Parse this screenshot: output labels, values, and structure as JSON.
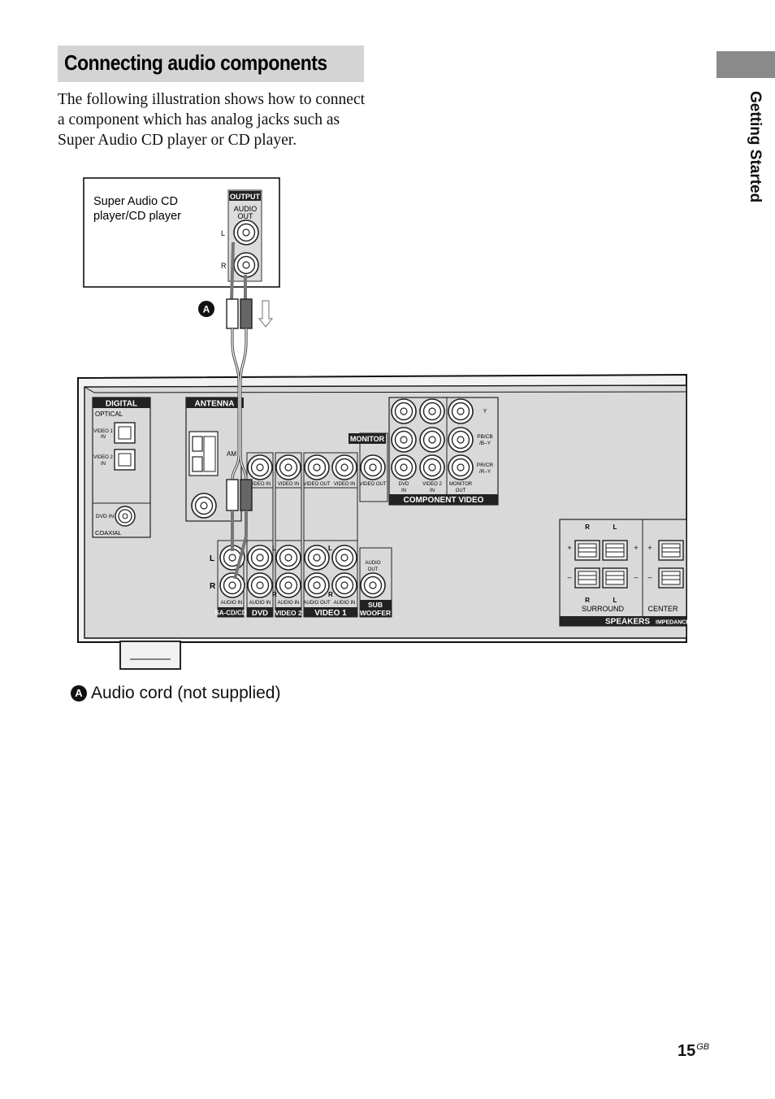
{
  "heading": "Connecting audio components",
  "intro": "The following illustration shows how to connect a component which has analog jacks such as Super Audio CD player or CD player.",
  "side_tab_label": "Getting Started",
  "page_number": "15",
  "page_suffix": "GB",
  "caption": {
    "marker": "A",
    "text": "Audio cord (not supplied)"
  },
  "player": {
    "label_line1": "Super Audio CD",
    "label_line2": "player/CD player",
    "output_label": "OUTPUT",
    "audio_out_line1": "AUDIO",
    "audio_out_line2": "OUT",
    "jack_l": "L",
    "jack_r": "R"
  },
  "cable_marker": "A",
  "receiver": {
    "digital": {
      "label": "DIGITAL",
      "optical": "OPTICAL",
      "video1_in_a": "VIDEO 1",
      "video1_in_b": "IN",
      "video2_in_a": "VIDEO 2",
      "video2_in_b": "IN",
      "dvd_in": "DVD IN",
      "coaxial": "COAXIAL"
    },
    "antenna": {
      "label": "ANTENNA",
      "am": "AM"
    },
    "monitor_label": "MONITOR",
    "video_jacks": {
      "dvd_video_in": "VIDEO IN",
      "video2_video_in": "VIDEO IN",
      "video1_video_out": "VIDEO OUT",
      "video1_video_in": "VIDEO IN",
      "monitor_video_out": "VIDEO OUT"
    },
    "component_video": {
      "label": "COMPONENT VIDEO",
      "y": "Y",
      "pb_a": "PB/CB",
      "pb_b": "/B–Y",
      "pr_a": "PR/CR",
      "pr_b": "/R–Y",
      "dvd_a": "DVD",
      "dvd_b": "IN",
      "video2_a": "VIDEO 2",
      "video2_b": "IN",
      "monitor_a": "MONITOR",
      "monitor_b": "OUT"
    },
    "audio": {
      "l": "L",
      "r": "R",
      "audio_in": "AUDIO IN",
      "audio_out": "AUDIO OUT",
      "sacd_label": "SA-CD/CD",
      "dvd_label": "DVD",
      "video2_label": "VIDEO 2",
      "video1_label": "VIDEO 1",
      "sub_line1": "SUB",
      "sub_line2": "WOOFER",
      "sub_audio_a": "AUDIO",
      "sub_audio_b": "OUT"
    },
    "speakers": {
      "label": "SPEAKERS",
      "impedance": "IMPEDANCE",
      "surround": "SURROUND",
      "center": "CENTER",
      "r": "R",
      "l": "L",
      "plus": "+",
      "minus": "–"
    }
  }
}
